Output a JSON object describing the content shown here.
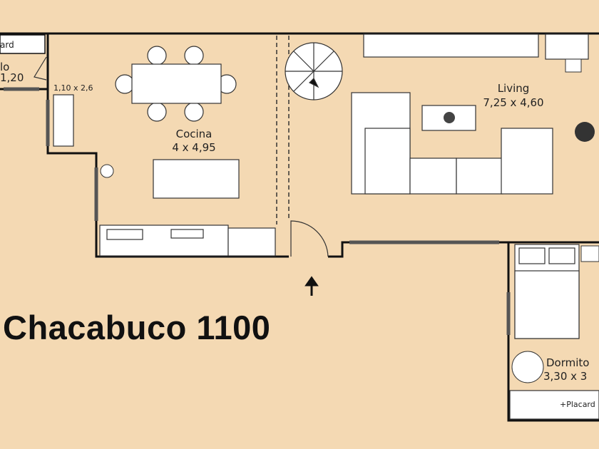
{
  "address_title": "Chacabuco 1100",
  "rooms": {
    "placard_left": {
      "label": "ard"
    },
    "bano": {
      "name": "lo",
      "size": "1,20"
    },
    "lavadero": {
      "size": "1,10 x 2,6"
    },
    "cocina": {
      "name": "Cocina",
      "size": "4 x 4,95"
    },
    "living": {
      "name": "Living",
      "size": "7,25 x 4,60"
    },
    "dormitorio": {
      "name": "Dormito",
      "size": "3,30 x 3",
      "placard": "+Placard"
    }
  },
  "colors": {
    "background": "#f4d9b3",
    "wall": "#111111",
    "furniture": "#ffffff"
  }
}
